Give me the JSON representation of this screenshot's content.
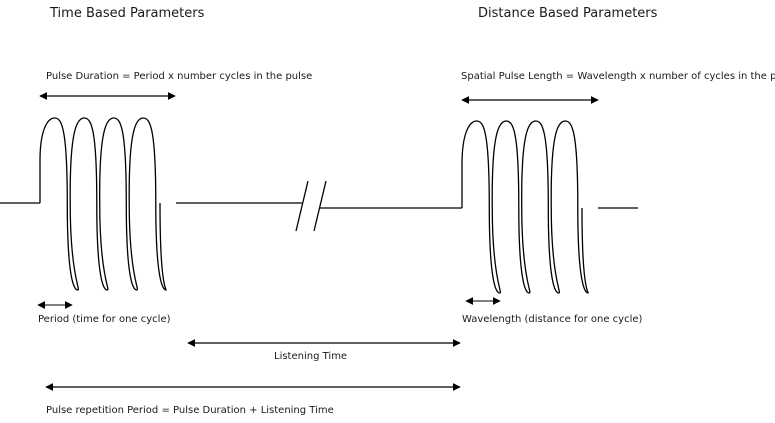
{
  "headings": {
    "time_based": "Time Based Parameters",
    "distance_based": "Distance Based Parameters"
  },
  "labels": {
    "pulse_duration": "Pulse Duration = Period x number cycles in the pulse",
    "spatial_pulse_length": "Spatial Pulse Length = Wavelength x number of cycles in the pulse",
    "period": "Period (time for one cycle)",
    "wavelength": "Wavelength (distance for one cycle)",
    "listening_time": "Listening Time",
    "pulse_repetition_period": "Pulse repetition Period = Pulse Duration + Listening Time"
  },
  "pulses": {
    "cycles_per_pulse": 4
  },
  "colors": {
    "line": "#000000",
    "text": "#1a1a1a",
    "background": "#ffffff"
  }
}
